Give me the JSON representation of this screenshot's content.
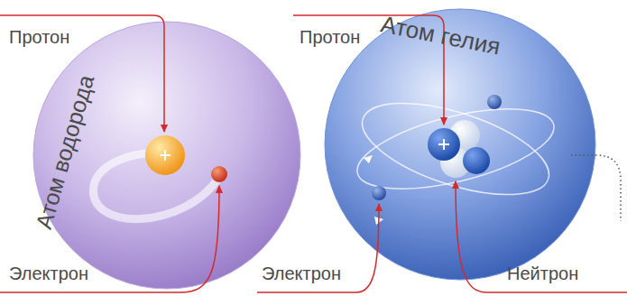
{
  "diagram": {
    "labels": [
      "Протон",
      "Атом водорода",
      "Электрон",
      "Протон",
      "Атом гелия",
      "Электрон",
      "Нейтрон"
    ]
  }
}
